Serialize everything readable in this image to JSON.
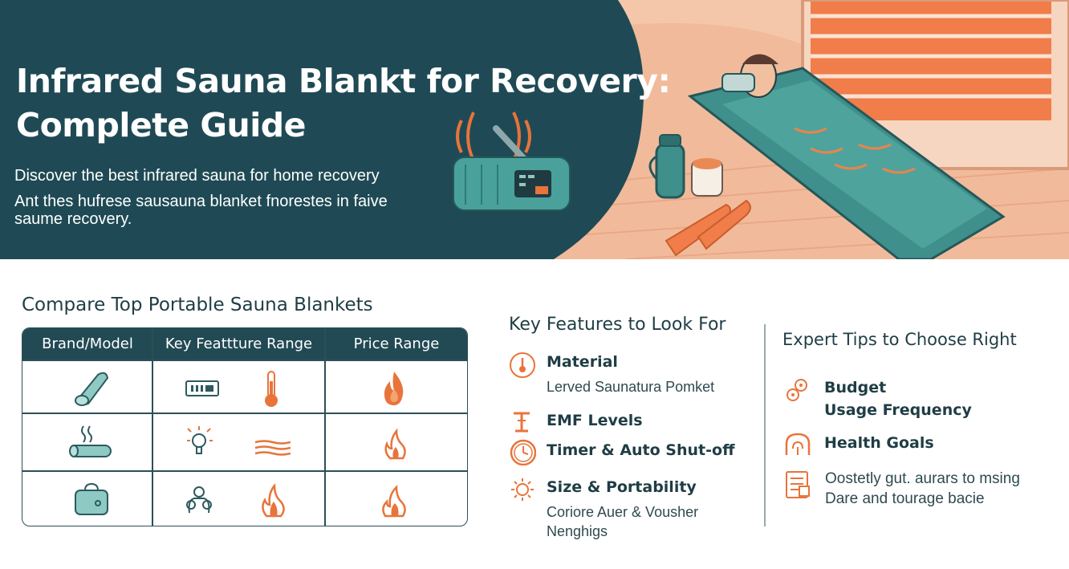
{
  "hero": {
    "title_line1": "Infrared Sauna Blankt for Recovery:",
    "title_line2": "Complete Guide",
    "subtitle_line1": "Discover the best infrared sauna for home recovery",
    "subtitle_line2": "Ant thes hufrese sausauna blanket fnorestes in faive",
    "subtitle_line3": "saume recovery."
  },
  "compare": {
    "title": "Compare Top Portable Sauna Blankets",
    "headers": [
      "Brand/Model",
      "Key Feattture Range",
      "Price Range"
    ],
    "rows": [
      {
        "brand_icon": "rolled-blanket-icon",
        "feature_icons": [
          "control-panel-icon",
          "thermometer-icon"
        ],
        "price_icon": "flame-icon"
      },
      {
        "brand_icon": "heated-blanket-icon",
        "feature_icons": [
          "infrared-bulb-icon",
          "heat-waves-icon"
        ],
        "price_icon": "flame-icon"
      },
      {
        "brand_icon": "carry-bag-icon",
        "feature_icons": [
          "person-icon",
          "flame-icon"
        ],
        "price_icon": "flame-icon"
      }
    ]
  },
  "features": {
    "title": "Key Features to Look For",
    "items": [
      {
        "label": "Material",
        "desc_lines": [
          "Lerved Saunatura Pomket"
        ],
        "icon": "thermometer-icon"
      },
      {
        "label": "EMF Levels",
        "desc_lines": [],
        "icon": "emf-shield-icon"
      },
      {
        "label": "Timer & Auto Shut-off",
        "desc_lines": [],
        "icon": "timer-icon"
      },
      {
        "label": "Size & Portability",
        "desc_lines": [
          "Coriore Auer & Vousher",
          "Nenghigs"
        ],
        "icon": "sun-icon"
      }
    ]
  },
  "tips": {
    "title": "Expert Tips to Choose Right",
    "items": [
      {
        "label_lines": [
          "Budget",
          "Usage Frequency"
        ],
        "icon": "budget-gears-icon"
      },
      {
        "label_lines": [
          "Health Goals"
        ],
        "icon": "health-hands-icon"
      },
      {
        "desc_lines": [
          "Oostetly gut. aurars to msing",
          "Dare and tourage bacie"
        ],
        "icon": "checklist-icon"
      }
    ]
  },
  "colors": {
    "teal_dark": "#1f4a55",
    "accent_orange": "#e8743b",
    "sauna_peach": "#efb594",
    "blanket_teal": "#3f8f8c"
  }
}
